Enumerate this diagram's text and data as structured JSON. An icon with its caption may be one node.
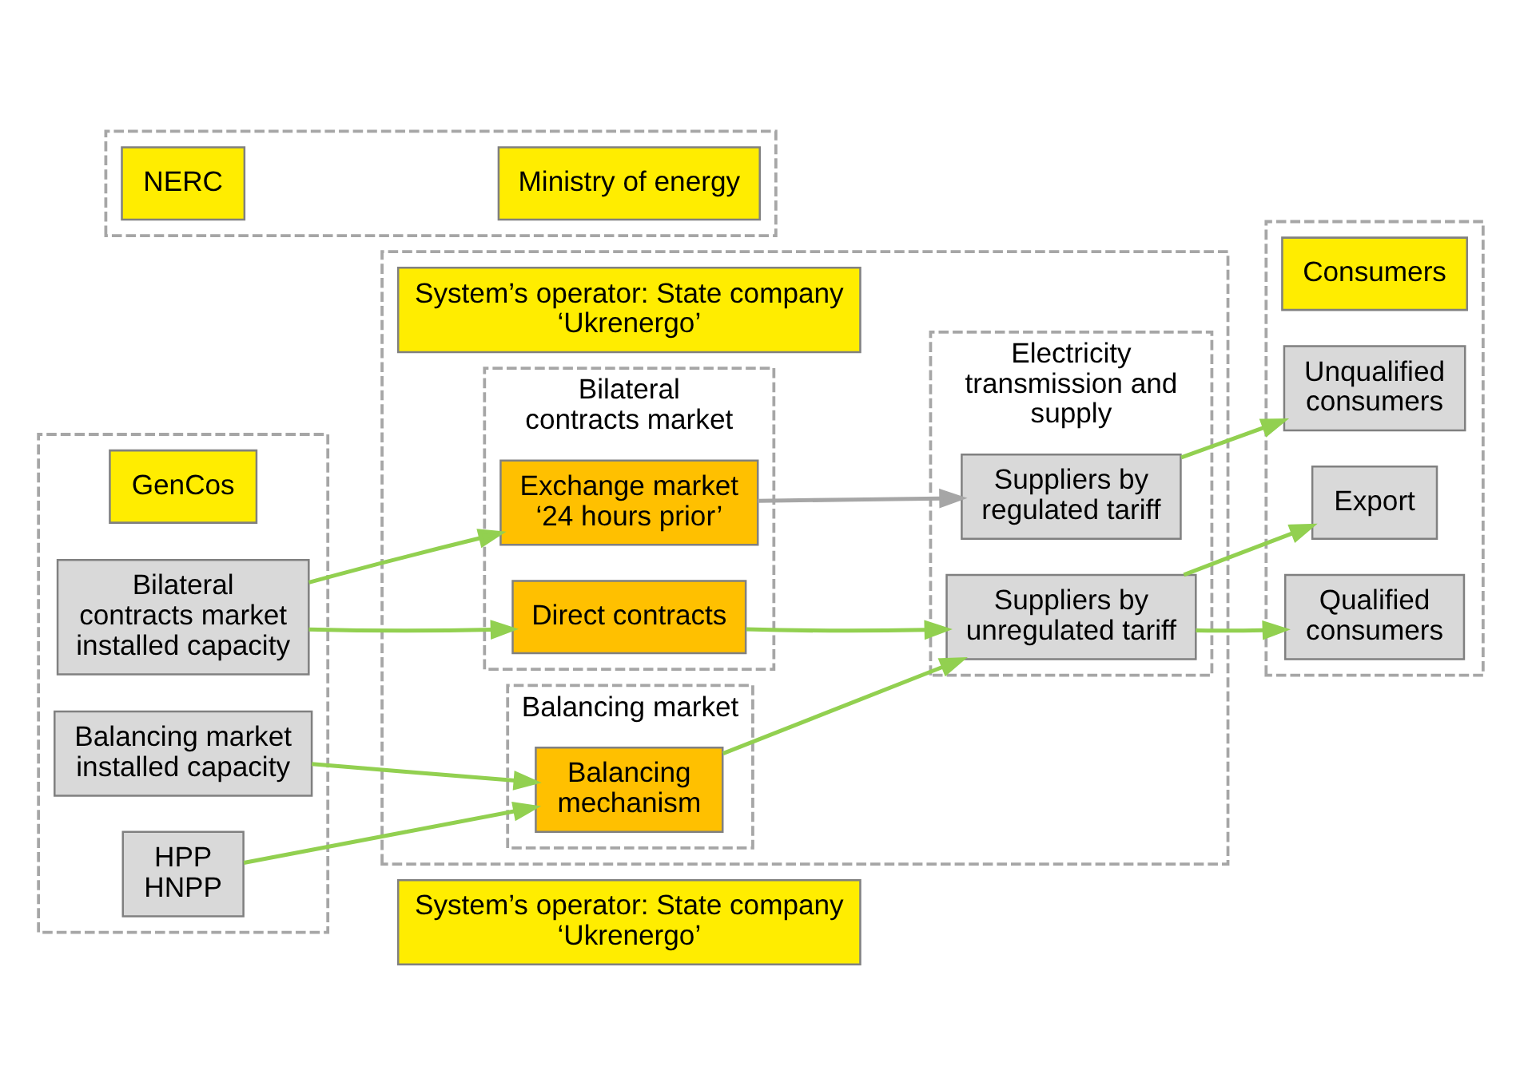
{
  "diagram": {
    "nodes": [
      {
        "text": [],
        "shape": "box"
      },
      {
        "text": [
          "GenCos"
        ],
        "in": 0
      },
      {
        "text": [
          "Bilateral contracts market installed capacity"
        ],
        "in": 0
      },
      {
        "text": [
          "Balancing market installed capacity"
        ],
        "in": 0
      },
      {
        "text": [
          "HPP",
          "HNPP"
        ],
        "in": 0
      },
      {
        "text": [],
        "shape": "box"
      },
      {
        "text": [
          "Ministry of energy"
        ],
        "in": 5
      },
      {
        "text": [
          "NERC"
        ],
        "in": 5
      },
      {
        "text": [],
        "shape": "box"
      },
      {
        "text": [
          "System’s operator: State company ‘Ukrenergo’"
        ],
        "in": 8
      },
      {
        "text": [
          "Bilateral contracts market"
        ],
        "in": 8
      },
      {
        "text": [
          "Direct contracts"
        ],
        "in": 10
      },
      {
        "text": [
          "Exchange market ‘24 hours prior’"
        ],
        "in": 10
      },
      {
        "text": [
          "Balancing market"
        ],
        "in": 8
      },
      {
        "text": [
          "Balancing mechanism"
        ],
        "in": 13
      },
      {
        "text": [
          "Electricity transmission and supply"
        ],
        "in": 8
      },
      {
        "text": [
          "Suppliers by unregulated tariff"
        ],
        "in": 15
      },
      {
        "text": [
          "Suppliers by regulated tariff"
        ],
        "in": 15
      },
      {
        "text": [],
        "shape": "box"
      },
      {
        "text": [
          "Consumers"
        ],
        "in": 18
      },
      {
        "text": [
          "Qualified consumers"
        ],
        "in": 18
      },
      {
        "text": [
          "Export"
        ],
        "in": 18
      },
      {
        "text": [
          "Unqualified consumers"
        ],
        "in": 18
      },
      {
        "text": [
          "System’s operator: State company ‘Ukrenergo’"
        ]
      }
    ],
    "edges": [
      {
        "from": 2,
        "to": 11,
        "arrow": "to"
      },
      {
        "from": 2,
        "to": 12,
        "arrow": "to"
      },
      {
        "from": 3,
        "to": 14,
        "arrow": "to"
      },
      {
        "from": 4,
        "to": 14,
        "arrow": "to"
      },
      {
        "from": 11,
        "to": 16,
        "arrow": "to"
      },
      {
        "from": 14,
        "to": 16,
        "arrow": "to"
      },
      {
        "from": 12,
        "to": 17,
        "arrow": "to",
        "color": "#a6a6a6"
      },
      {
        "from": 16,
        "to": 20,
        "arrow": "to"
      },
      {
        "from": 16,
        "to": 21,
        "arrow": "to"
      },
      {
        "from": 17,
        "to": 22,
        "arrow": "to"
      }
    ]
  }
}
